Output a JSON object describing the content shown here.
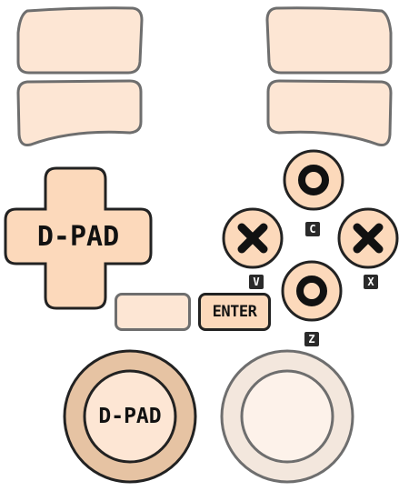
{
  "colors": {
    "button_fill": "#fcd9bb",
    "shoulder_fill": "#fde6d4",
    "outline": "#222222",
    "outline_soft": "#6e6e6e",
    "left_stick_outer": "#e6c3a3",
    "left_stick_inner": "#fde6d4",
    "right_stick_outer": "#f3e7dd",
    "right_stick_inner": "#fdf2ea",
    "tag_bg": "#2a2a2a"
  },
  "dpad": {
    "label": "D-PAD",
    "icon": "cross-dpad-icon"
  },
  "face_buttons": {
    "top": {
      "icon": "circle-icon",
      "tag": "C"
    },
    "left": {
      "icon": "cross-icon",
      "tag": "V"
    },
    "right": {
      "icon": "cross-icon",
      "tag": "X"
    },
    "bottom": {
      "icon": "circle-icon",
      "tag": "Z"
    }
  },
  "enter_button": {
    "label": "ENTER"
  },
  "select_button": {
    "label": ""
  },
  "left_stick": {
    "label": "D-PAD"
  },
  "right_stick": {
    "label": ""
  }
}
